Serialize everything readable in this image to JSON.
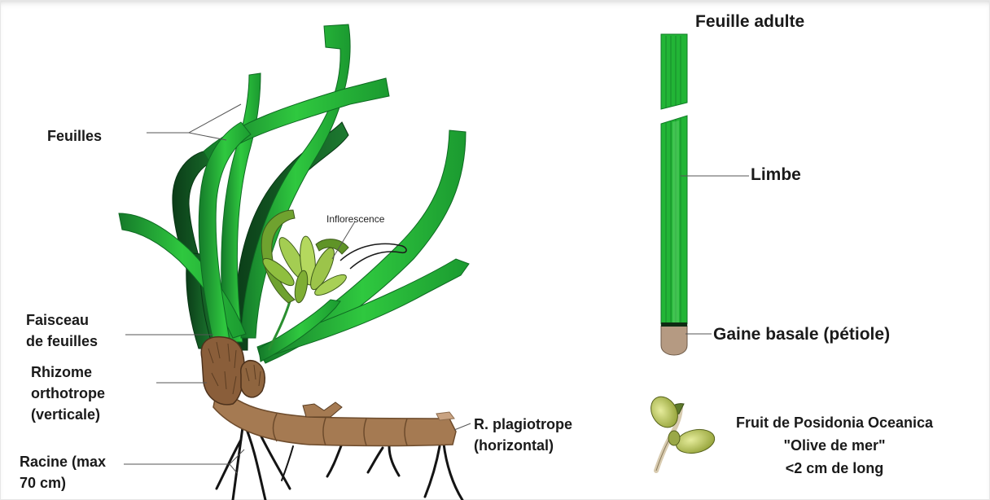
{
  "plant_labels": {
    "feuilles": "Feuilles",
    "inflorescence": "Inflorescence",
    "faisceau": "Faisceau\nde feuilles",
    "rhizome_ortho": "Rhizome\northotrope\n(verticale)",
    "racine": "Racine (max\n70 cm)",
    "plagiotrope": "R. plagiotrope\n(horizontal)"
  },
  "leaf_labels": {
    "title": "Feuille adulte",
    "limbe": "Limbe",
    "gaine": "Gaine basale (pétiole)"
  },
  "fruit_labels": {
    "name": "Fruit de Posidonia Oceanica",
    "common": "\"Olive de mer\"",
    "size": "<2 cm de long"
  },
  "colors": {
    "leaf_green": "#22b536",
    "leaf_dark": "#0f5a26",
    "leaf_light": "#7fe07f",
    "rhizome": "#a57a52",
    "rhizome_hair": "#6b4a2b",
    "root": "#141414",
    "inflorescence": "#8fbf3f",
    "sheath": "#b59a82",
    "fruit": "#b7c65a"
  }
}
